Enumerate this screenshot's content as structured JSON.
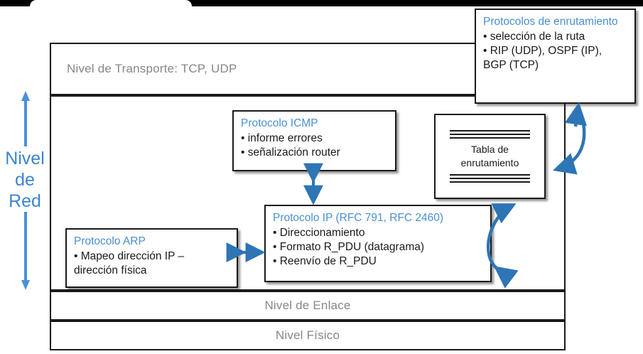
{
  "diagram": {
    "title": "Nivel de Red",
    "accent_blue": "#3c86cb",
    "heading_blue": "#4a8fd0",
    "layer_label_gray": "#878787",
    "outline_black": "#1a1a1a"
  },
  "side_caption": {
    "line1": "Nivel",
    "line2": "de",
    "line3": "Red"
  },
  "layers": {
    "transport": "Nivel de Transporte: TCP, UDP",
    "enlace": "Nivel de Enlace",
    "fisico": "Nivel Físico"
  },
  "routing_protocols_box": {
    "title": "Protocolos de enrutamiento",
    "lines": [
      "• selección de la ruta",
      "• RIP (UDP), OSPF (IP),",
      "BGP (TCP)"
    ]
  },
  "icmp_box": {
    "title": "Protocolo ICMP",
    "lines": [
      "• informe errores",
      "• señalización router"
    ]
  },
  "ip_box": {
    "title": "Protocolo IP (RFC 791, RFC 2460)",
    "lines": [
      "• Direccionamiento",
      "• Formato R_PDU (datagrama)",
      "• Reenvío de R_PDU"
    ]
  },
  "arp_box": {
    "title": "Protocolo ARP",
    "lines": [
      "• Mapeo dirección IP –",
      "dirección física"
    ]
  },
  "routing_table_doc": {
    "line1": "Tabla de",
    "line2": "enrutamiento"
  },
  "connectors": [
    {
      "name": "icmp-ip-arrow",
      "kind": "double-vertical"
    },
    {
      "name": "arp-ip-arrow",
      "kind": "double-horizontal"
    },
    {
      "name": "routing-protocols-to-table-arrow",
      "kind": "curved-single"
    },
    {
      "name": "ip-to-routing-table-arrow",
      "kind": "curved-double"
    },
    {
      "name": "up-into-routing-protocols-arrow",
      "kind": "single-vertical-up"
    },
    {
      "name": "network-level-up-arrow",
      "kind": "single-vertical-up"
    },
    {
      "name": "network-level-down-arrow",
      "kind": "single-vertical-down"
    }
  ]
}
